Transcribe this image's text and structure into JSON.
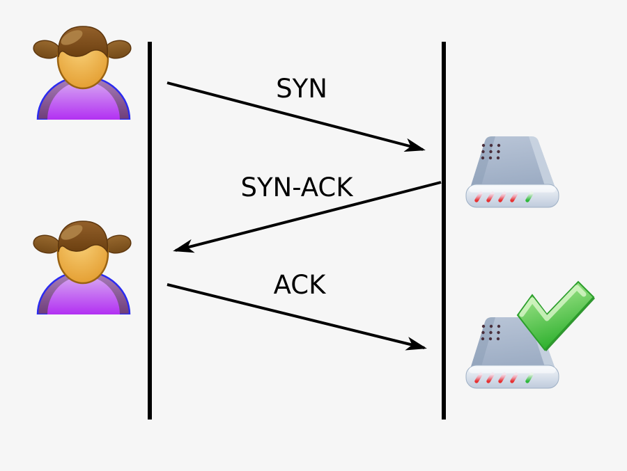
{
  "messages": [
    {
      "label": "SYN",
      "from": "client",
      "to": "server"
    },
    {
      "label": "SYN-ACK",
      "from": "server",
      "to": "client"
    },
    {
      "label": "ACK",
      "from": "client",
      "to": "server"
    }
  ],
  "actors": {
    "client": {
      "icon": "girl-user-icon"
    },
    "server": {
      "icon": "network-device-icon",
      "final_status_icon": "green-check-icon"
    }
  },
  "colors": {
    "background": "#f6f6f6",
    "lines_and_text": "#000000",
    "check_green": "#2eb02e",
    "body_purple": "#b230f2",
    "face_orange": "#eda73c",
    "hair_brown": "#7a4a16",
    "device_gray": "#a9b8cc",
    "led_red": "#e63030",
    "led_green": "#2db83a"
  }
}
